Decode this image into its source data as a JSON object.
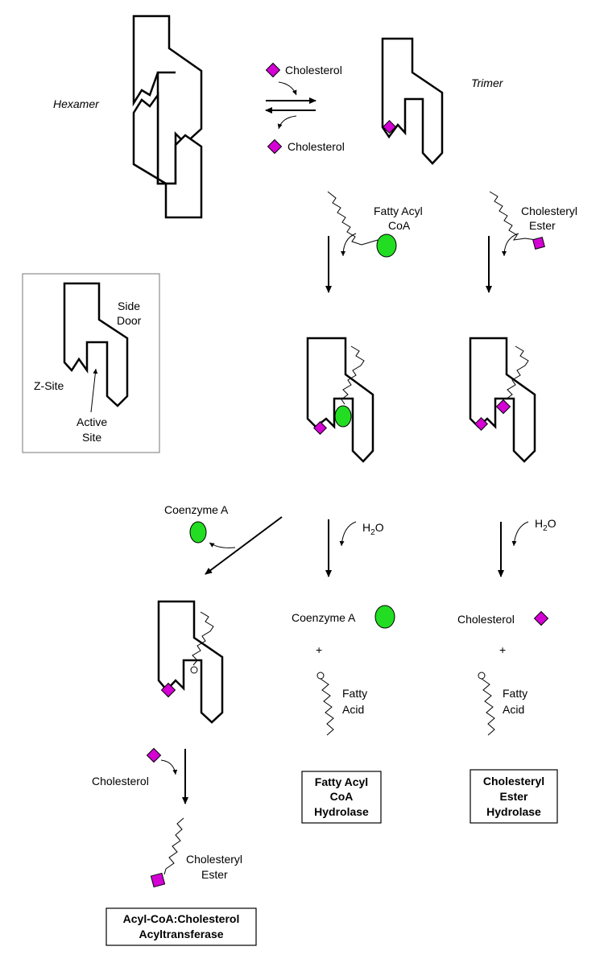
{
  "colors": {
    "cholesterol": "#d400d4",
    "coa": "#22dd22",
    "stroke": "#000000"
  },
  "labels": {
    "hexamer": "Hexamer",
    "trimer": "Trimer",
    "cholesterol_in": "Cholesterol",
    "cholesterol_out": "Cholesterol",
    "fatty_acyl_coa": [
      "Fatty Acyl",
      "CoA"
    ],
    "cholesteryl_ester_top": [
      "Cholesteryl",
      "Ester"
    ],
    "side_door": [
      "Side",
      "Door"
    ],
    "z_site": "Z-Site",
    "active_site": [
      "Active",
      "Site"
    ],
    "coenzyme_a_released": "Coenzyme A",
    "h2o_1": "H",
    "h2o_1_sub": "2",
    "h2o_1_tail": "O",
    "h2o_2": "H",
    "h2o_2_sub": "2",
    "h2o_2_tail": "O",
    "coenzyme_a_product": "Coenzyme A",
    "cholesterol_product": "Cholesterol",
    "plus_1": "+",
    "plus_2": "+",
    "fatty_acid_1": [
      "Fatty",
      "Acid"
    ],
    "fatty_acid_2": [
      "Fatty",
      "Acid"
    ],
    "cholesterol_bottom": "Cholesterol",
    "cholesteryl_ester_bottom": [
      "Cholesteryl",
      "Ester"
    ]
  },
  "boxes": {
    "acat": [
      "Acyl-CoA:Cholesterol",
      "Acyltransferase"
    ],
    "facoa_hydrolase": [
      "Fatty Acyl",
      "CoA",
      "Hydrolase"
    ],
    "ce_hydrolase": [
      "Cholesteryl",
      "Ester",
      "Hydrolase"
    ]
  }
}
